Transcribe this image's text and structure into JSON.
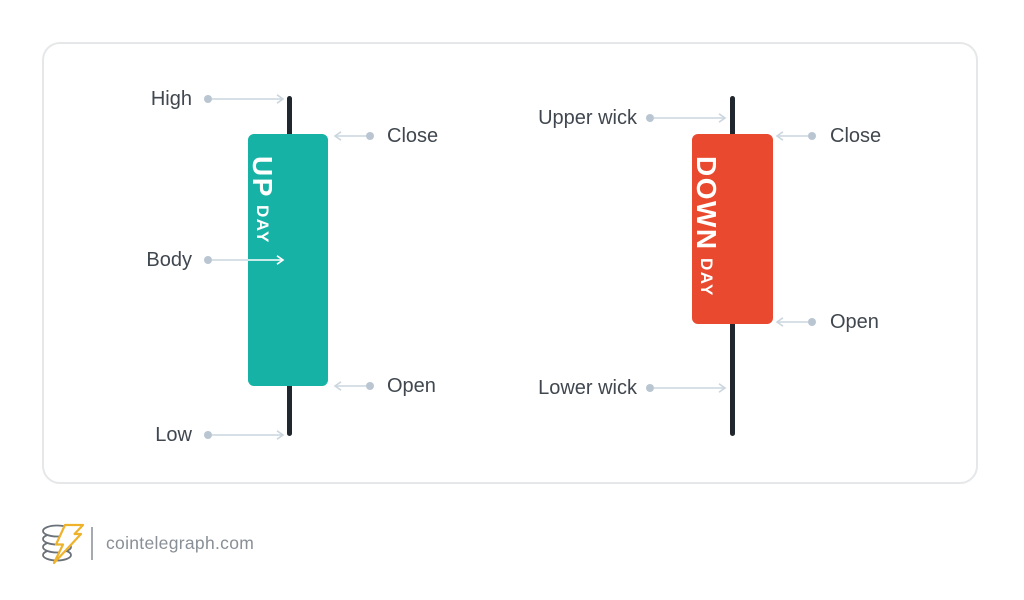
{
  "diagram": {
    "up_candle": {
      "body_text_primary": "UP",
      "body_text_secondary": "DAY",
      "labels": {
        "high": "High",
        "close": "Close",
        "body": "Body",
        "open": "Open",
        "low": "Low"
      }
    },
    "down_candle": {
      "body_text_primary": "DOWN",
      "body_text_secondary": "DAY",
      "labels": {
        "upper_wick": "Upper wick",
        "close": "Close",
        "open": "Open",
        "lower_wick": "Lower wick"
      }
    }
  },
  "footer": {
    "site_label": "cointelegraph.com",
    "logo_icon": "cointelegraph-coin-stack-bolt-logo"
  },
  "colors": {
    "up_body": "#17b2a6",
    "down_body": "#e8492f",
    "wick": "#21272e",
    "label_text": "#40474f",
    "arrow": "#ccd6df",
    "arrow_dot": "#b9c6d2",
    "card_border": "#e5e7e9",
    "footer_text": "#898f96",
    "logo_gray": "#6b7178",
    "logo_gold": "#eeb22b"
  }
}
